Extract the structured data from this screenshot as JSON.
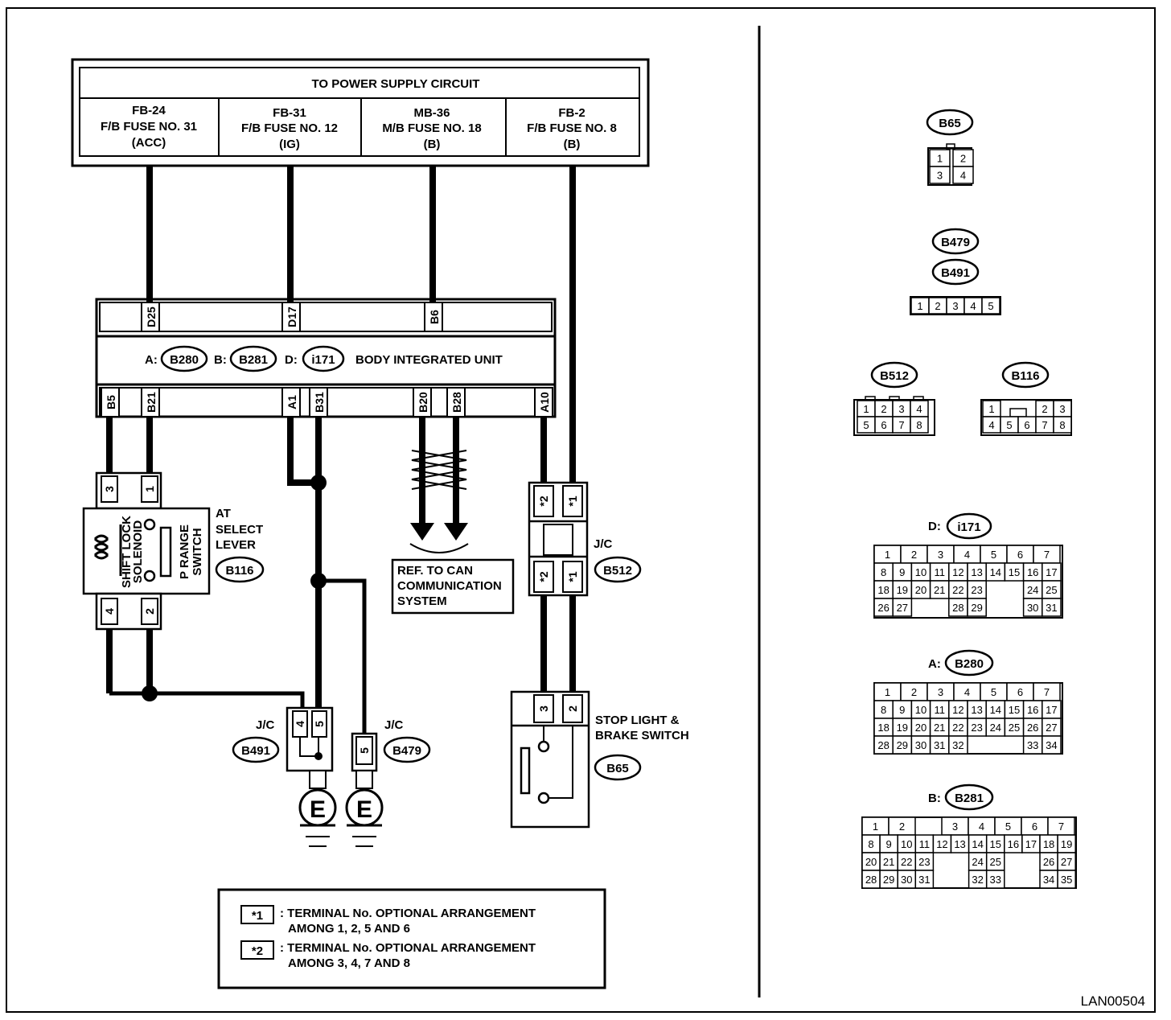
{
  "diagram_id": "LAN00504",
  "power_supply": {
    "title": "TO POWER SUPPLY CIRCUIT",
    "fuses": [
      {
        "l1": "FB-24",
        "l2": "F/B FUSE NO. 31",
        "l3": "(ACC)"
      },
      {
        "l1": "FB-31",
        "l2": "F/B FUSE NO. 12",
        "l3": "(IG)"
      },
      {
        "l1": "MB-36",
        "l2": "M/B FUSE NO. 18",
        "l3": "(B)"
      },
      {
        "l1": "FB-2",
        "l2": "F/B FUSE NO. 8",
        "l3": "(B)"
      }
    ]
  },
  "biu": {
    "top_pins": [
      "D25",
      "D17",
      "B6"
    ],
    "bottom_pins": [
      "B5",
      "B21",
      "A1",
      "B31",
      "B20",
      "B28",
      "A10"
    ],
    "prefix_a": "A:",
    "conn_a": "B280",
    "prefix_b": "B:",
    "conn_b": "B281",
    "prefix_d": "D:",
    "conn_d": "i171",
    "title": "BODY INTEGRATED UNIT"
  },
  "at_lever": {
    "pins_top": [
      "3",
      "1"
    ],
    "pins_bottom": [
      "4",
      "2"
    ],
    "solenoid_l1": "SHIFT LOCK",
    "solenoid_l2": "SOLENOID",
    "switch_l1": "P RANGE",
    "switch_l2": "SWITCH",
    "label_l1": "AT",
    "label_l2": "SELECT",
    "label_l3": "LEVER",
    "connector": "B116"
  },
  "can_ref": {
    "l1": "REF. TO CAN",
    "l2": "COMMUNICATION",
    "l3": "SYSTEM"
  },
  "jc_b512": {
    "label": "J/C",
    "connector": "B512",
    "pin_a": "*2",
    "pin_b": "*1"
  },
  "stop_switch": {
    "pins": [
      "3",
      "2"
    ],
    "label_l1": "STOP LIGHT &",
    "label_l2": "BRAKE SWITCH",
    "connector": "B65"
  },
  "jc_b491": {
    "label": "J/C",
    "connector": "B491",
    "pins": [
      "4",
      "5"
    ]
  },
  "jc_b479": {
    "label": "J/C",
    "connector": "B479",
    "pins": [
      "5"
    ]
  },
  "ground_symbol": "E",
  "legend": [
    {
      "key": "*1",
      "l1": ": TERMINAL No. OPTIONAL ARRANGEMENT",
      "l2": "AMONG 1, 2, 5 AND 6"
    },
    {
      "key": "*2",
      "l1": ": TERMINAL No. OPTIONAL ARRANGEMENT",
      "l2": "AMONG 3, 4, 7 AND 8"
    }
  ],
  "connector_views": {
    "b65": {
      "name": "B65",
      "pins": [
        "1",
        "2",
        "3",
        "4"
      ]
    },
    "b479_b491": {
      "names": [
        "B479",
        "B491"
      ],
      "pins": [
        "1",
        "2",
        "3",
        "4",
        "5"
      ]
    },
    "b512": {
      "name": "B512",
      "pins": [
        "1",
        "2",
        "3",
        "4",
        "5",
        "6",
        "7",
        "8"
      ]
    },
    "b116": {
      "name": "B116",
      "pins": [
        "1",
        "2",
        "3",
        "4",
        "5",
        "6",
        "7",
        "8"
      ]
    },
    "i171": {
      "prefix": "D:",
      "name": "i171",
      "pins": [
        "1",
        "2",
        "3",
        "4",
        "5",
        "6",
        "7",
        "8",
        "9",
        "10",
        "11",
        "12",
        "13",
        "14",
        "15",
        "16",
        "17",
        "18",
        "19",
        "20",
        "21",
        "22",
        "23",
        "24",
        "25",
        "26",
        "27",
        "28",
        "29",
        "30",
        "31"
      ]
    },
    "b280": {
      "prefix": "A:",
      "name": "B280",
      "pins": [
        "1",
        "2",
        "3",
        "4",
        "5",
        "6",
        "7",
        "8",
        "9",
        "10",
        "11",
        "12",
        "13",
        "14",
        "15",
        "16",
        "17",
        "18",
        "19",
        "20",
        "21",
        "22",
        "23",
        "24",
        "25",
        "26",
        "27",
        "28",
        "29",
        "30",
        "31",
        "32",
        "33",
        "34"
      ]
    },
    "b281": {
      "prefix": "B:",
      "name": "B281",
      "pins": [
        "1",
        "2",
        "3",
        "4",
        "5",
        "6",
        "7",
        "8",
        "9",
        "10",
        "11",
        "12",
        "13",
        "14",
        "15",
        "16",
        "17",
        "18",
        "19",
        "20",
        "21",
        "22",
        "23",
        "24",
        "25",
        "26",
        "27",
        "28",
        "29",
        "30",
        "31",
        "32",
        "33",
        "34",
        "35"
      ]
    }
  }
}
